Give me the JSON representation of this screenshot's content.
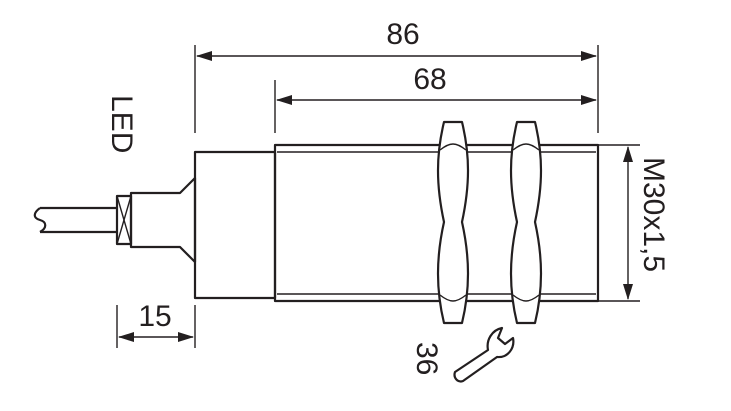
{
  "dimensions": {
    "overall_length": "86",
    "housing_length": "68",
    "thread": "M30x1,5",
    "cable_end": "15",
    "wrench_size": "36"
  },
  "labels": {
    "led": "LED"
  },
  "icons": {
    "wrench": "wrench-icon"
  }
}
